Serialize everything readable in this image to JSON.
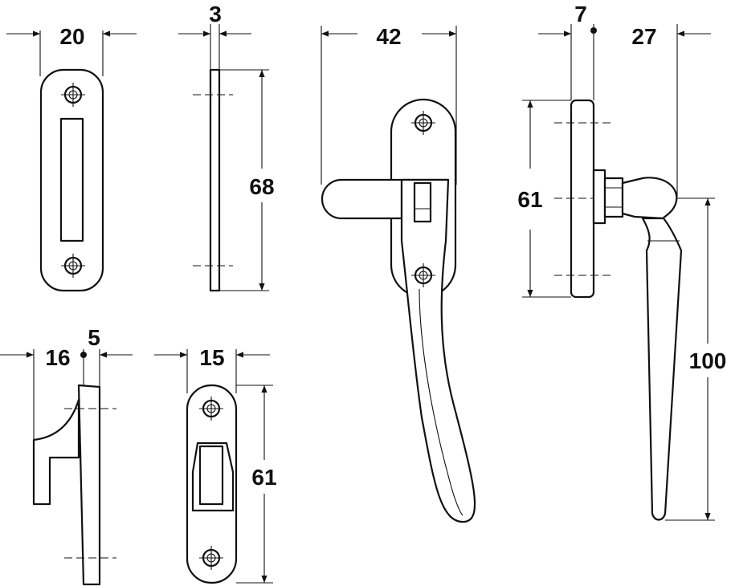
{
  "drawing": {
    "views": {
      "keep_front": {
        "width": "20"
      },
      "keep_side": {
        "thickness": "3",
        "height": "68"
      },
      "handle_front": {
        "width": "42"
      },
      "handle_side": {
        "rose_depth": "7",
        "projection": "27",
        "rose_height": "61",
        "overall_height": "100"
      },
      "wedge_side": {
        "depth": "16",
        "offset": "5"
      },
      "wedge_front": {
        "width": "15",
        "height": "61"
      }
    },
    "colors": {
      "ink": "#111111",
      "paper": "#ffffff"
    }
  }
}
